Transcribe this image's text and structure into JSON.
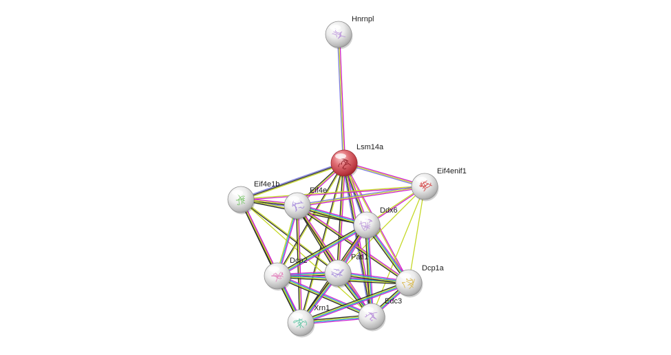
{
  "network": {
    "nodes": [
      {
        "id": "hnrnpl",
        "label": "Hnrnpl",
        "color": "#d8d8d8",
        "glyph": "#b58ad8"
      },
      {
        "id": "lsm14a",
        "label": "Lsm14a",
        "color": "#d9535b",
        "glyph": "#8a1a22"
      },
      {
        "id": "eif4enif1",
        "label": "Eif4enif1",
        "color": "#d8d8d8",
        "glyph": "#d03030"
      },
      {
        "id": "eif4e1b",
        "label": "Eif4e1b",
        "color": "#d8d8d8",
        "glyph": "#6cbf5a"
      },
      {
        "id": "eif4e",
        "label": "Eif4e",
        "color": "#d8d8d8",
        "glyph": "#9d7fd9"
      },
      {
        "id": "ddx6",
        "label": "Ddx6",
        "color": "#d8d8d8",
        "glyph": "#b58ad8"
      },
      {
        "id": "dcp2",
        "label": "Dcp2",
        "color": "#d8d8d8",
        "glyph": "#e07ab8"
      },
      {
        "id": "patl1",
        "label": "Patl1",
        "color": "#d8d8d8",
        "glyph": "#9d7fd9"
      },
      {
        "id": "dcp1a",
        "label": "Dcp1a",
        "color": "#d8d8d8",
        "glyph": "#d6b23a"
      },
      {
        "id": "edc3",
        "label": "Edc3",
        "color": "#d8d8d8",
        "glyph": "#b58ad8"
      },
      {
        "id": "xrn1",
        "label": "Xrn1",
        "color": "#d8d8d8",
        "glyph": "#4fbf9a"
      }
    ],
    "evidence_colors": {
      "experiments": "#d01ed0",
      "databases": "#1fa7d6",
      "textmining": "#c5d826",
      "coexpression": "#2a2a2a",
      "homology": "#7a7ae0"
    },
    "edges": [
      {
        "a": "hnrnpl",
        "b": "lsm14a",
        "types": [
          "experiments",
          "textmining",
          "homology"
        ]
      },
      {
        "a": "lsm14a",
        "b": "eif4enif1",
        "types": [
          "experiments",
          "textmining",
          "homology"
        ]
      },
      {
        "a": "lsm14a",
        "b": "eif4e1b",
        "types": [
          "textmining",
          "coexpression",
          "homology"
        ]
      },
      {
        "a": "lsm14a",
        "b": "eif4e",
        "types": [
          "experiments",
          "textmining",
          "coexpression"
        ]
      },
      {
        "a": "lsm14a",
        "b": "ddx6",
        "types": [
          "experiments",
          "textmining",
          "coexpression",
          "homology"
        ]
      },
      {
        "a": "lsm14a",
        "b": "dcp2",
        "types": [
          "textmining",
          "coexpression"
        ]
      },
      {
        "a": "lsm14a",
        "b": "patl1",
        "types": [
          "experiments",
          "textmining",
          "coexpression"
        ]
      },
      {
        "a": "lsm14a",
        "b": "dcp1a",
        "types": [
          "experiments",
          "textmining"
        ]
      },
      {
        "a": "lsm14a",
        "b": "edc3",
        "types": [
          "experiments",
          "textmining",
          "coexpression",
          "homology"
        ]
      },
      {
        "a": "lsm14a",
        "b": "xrn1",
        "types": [
          "textmining",
          "coexpression"
        ]
      },
      {
        "a": "eif4enif1",
        "b": "eif4e1b",
        "types": [
          "experiments",
          "textmining"
        ]
      },
      {
        "a": "eif4enif1",
        "b": "eif4e",
        "types": [
          "experiments",
          "textmining",
          "homology"
        ]
      },
      {
        "a": "eif4enif1",
        "b": "ddx6",
        "types": [
          "experiments",
          "textmining"
        ]
      },
      {
        "a": "eif4enif1",
        "b": "dcp1a",
        "types": [
          "textmining"
        ]
      },
      {
        "a": "eif4enif1",
        "b": "edc3",
        "types": [
          "textmining"
        ]
      },
      {
        "a": "eif4enif1",
        "b": "patl1",
        "types": [
          "textmining"
        ]
      },
      {
        "a": "eif4e1b",
        "b": "eif4e",
        "types": [
          "experiments",
          "textmining",
          "coexpression",
          "homology"
        ]
      },
      {
        "a": "eif4e1b",
        "b": "ddx6",
        "types": [
          "textmining",
          "coexpression"
        ]
      },
      {
        "a": "eif4e1b",
        "b": "dcp2",
        "types": [
          "experiments",
          "textmining",
          "coexpression"
        ]
      },
      {
        "a": "eif4e1b",
        "b": "patl1",
        "types": [
          "textmining",
          "coexpression"
        ]
      },
      {
        "a": "eif4e1b",
        "b": "xrn1",
        "types": [
          "experiments",
          "textmining",
          "coexpression"
        ]
      },
      {
        "a": "eif4e1b",
        "b": "edc3",
        "types": [
          "textmining"
        ]
      },
      {
        "a": "eif4e",
        "b": "ddx6",
        "types": [
          "experiments",
          "databases",
          "textmining",
          "coexpression"
        ]
      },
      {
        "a": "eif4e",
        "b": "dcp2",
        "types": [
          "experiments",
          "databases",
          "textmining"
        ]
      },
      {
        "a": "eif4e",
        "b": "patl1",
        "types": [
          "experiments",
          "textmining",
          "coexpression"
        ]
      },
      {
        "a": "eif4e",
        "b": "dcp1a",
        "types": [
          "experiments",
          "textmining",
          "coexpression"
        ]
      },
      {
        "a": "eif4e",
        "b": "edc3",
        "types": [
          "experiments",
          "textmining",
          "coexpression"
        ]
      },
      {
        "a": "eif4e",
        "b": "xrn1",
        "types": [
          "experiments",
          "textmining",
          "coexpression"
        ]
      },
      {
        "a": "ddx6",
        "b": "dcp2",
        "types": [
          "experiments",
          "databases",
          "textmining",
          "coexpression"
        ]
      },
      {
        "a": "ddx6",
        "b": "patl1",
        "types": [
          "experiments",
          "databases",
          "textmining",
          "coexpression"
        ]
      },
      {
        "a": "ddx6",
        "b": "dcp1a",
        "types": [
          "experiments",
          "databases",
          "textmining",
          "coexpression"
        ]
      },
      {
        "a": "ddx6",
        "b": "edc3",
        "types": [
          "experiments",
          "databases",
          "textmining",
          "coexpression"
        ]
      },
      {
        "a": "ddx6",
        "b": "xrn1",
        "types": [
          "experiments",
          "textmining",
          "coexpression"
        ]
      },
      {
        "a": "dcp2",
        "b": "patl1",
        "types": [
          "experiments",
          "databases",
          "textmining",
          "coexpression"
        ]
      },
      {
        "a": "dcp2",
        "b": "dcp1a",
        "types": [
          "experiments",
          "databases",
          "textmining",
          "coexpression"
        ]
      },
      {
        "a": "dcp2",
        "b": "edc3",
        "types": [
          "experiments",
          "databases",
          "textmining",
          "coexpression"
        ]
      },
      {
        "a": "dcp2",
        "b": "xrn1",
        "types": [
          "experiments",
          "databases",
          "textmining",
          "coexpression"
        ]
      },
      {
        "a": "patl1",
        "b": "dcp1a",
        "types": [
          "experiments",
          "databases",
          "textmining",
          "coexpression"
        ]
      },
      {
        "a": "patl1",
        "b": "edc3",
        "types": [
          "experiments",
          "databases",
          "textmining",
          "coexpression"
        ]
      },
      {
        "a": "patl1",
        "b": "xrn1",
        "types": [
          "experiments",
          "databases",
          "textmining",
          "coexpression"
        ]
      },
      {
        "a": "dcp1a",
        "b": "edc3",
        "types": [
          "experiments",
          "databases",
          "textmining",
          "coexpression"
        ]
      },
      {
        "a": "dcp1a",
        "b": "xrn1",
        "types": [
          "experiments",
          "databases",
          "textmining",
          "coexpression"
        ]
      },
      {
        "a": "edc3",
        "b": "xrn1",
        "types": [
          "experiments",
          "databases",
          "textmining",
          "coexpression"
        ]
      }
    ]
  }
}
